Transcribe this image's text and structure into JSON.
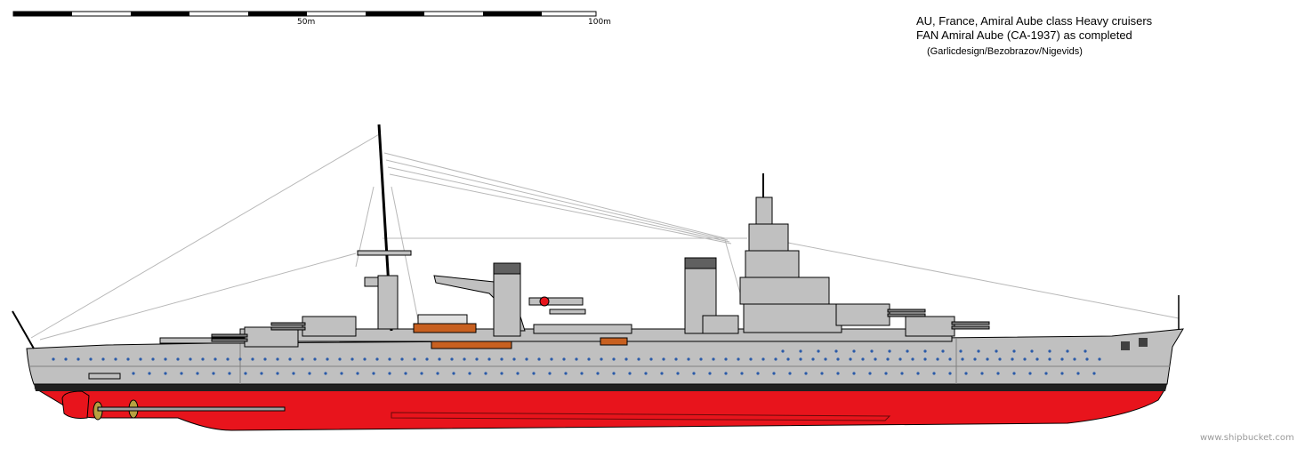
{
  "scale_bar": {
    "mid_label": "50m",
    "end_label": "100m"
  },
  "title": {
    "line1": "AU, France, Amiral Aube class Heavy cruisers",
    "line2": "FAN Amiral Aube (CA-1937) as completed",
    "credit": "(Garlicdesign/Bezobrazov/Nigevids)"
  },
  "watermark": "www.shipbucket.com",
  "colors": {
    "hull_grey": "#c0c0c0",
    "boot_topping": "#202020",
    "antifouling_red": "#e8141c",
    "porthole_blue": "#2a5aa8",
    "boat_wood": "#c86020",
    "prop_brass": "#b8a040"
  }
}
